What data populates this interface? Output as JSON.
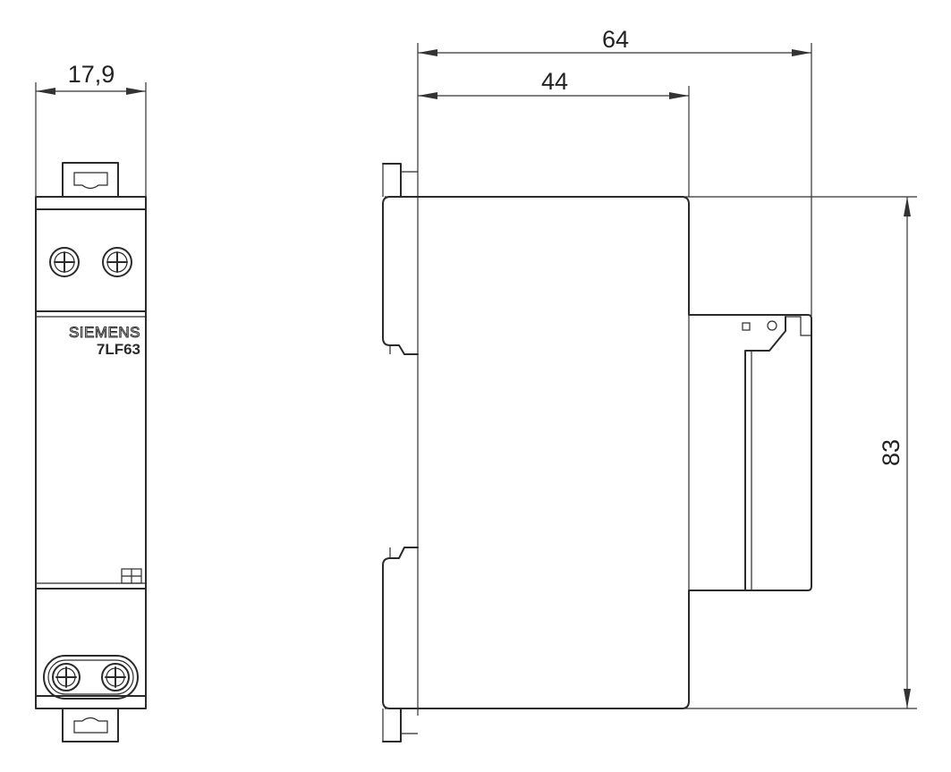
{
  "front_view": {
    "width_dimension": "17,9",
    "brand_text": "SIEMENS",
    "model_text": "7LF63"
  },
  "side_view": {
    "depth_dimension": "64",
    "front_depth_dimension": "44",
    "height_dimension": "83"
  }
}
